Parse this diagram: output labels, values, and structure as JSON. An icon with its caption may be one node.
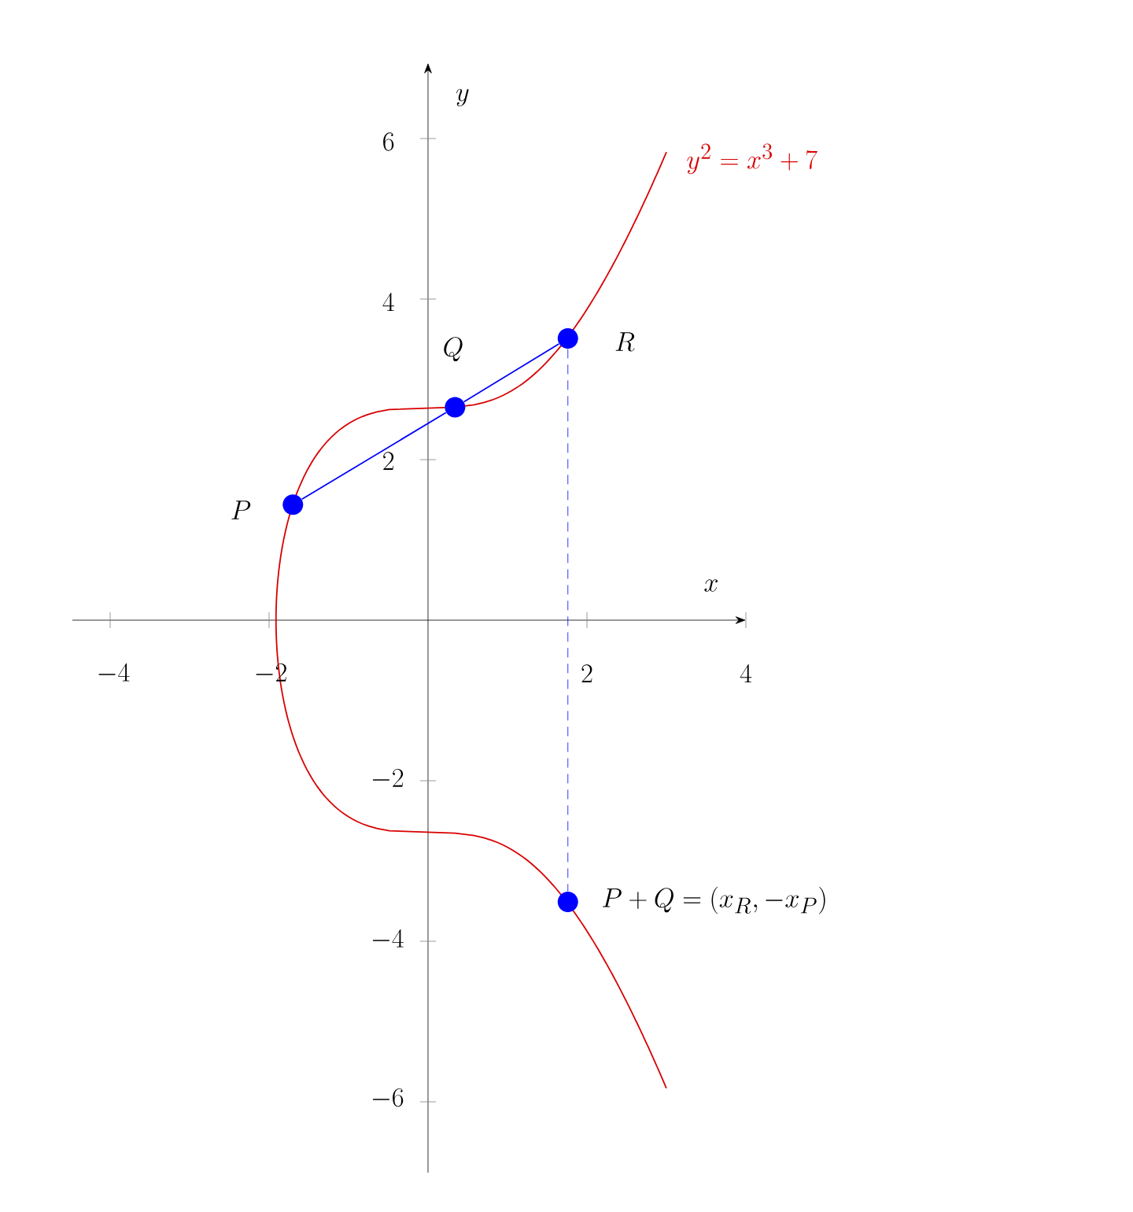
{
  "diagram": {
    "nodes": [
      {
        "text": [],
        "shape": "circle",
        "beside": [
          "P"
        ]
      },
      {
        "text": [],
        "shape": "circle",
        "beside": [
          "Q"
        ]
      },
      {
        "text": [],
        "shape": "circle",
        "beside": [
          "R"
        ]
      },
      {
        "text": [],
        "shape": "circle",
        "beside": [
          "P+Q=(x_R,-x_P)"
        ]
      }
    ],
    "edges": [
      {
        "from": 0,
        "to": 1,
        "arrow": "none"
      },
      {
        "from": 1,
        "to": 2,
        "arrow": "none"
      },
      {
        "from": 2,
        "to": 3,
        "arrow": "none",
        "style": "dashed"
      }
    ],
    "labels": [
      "y^2=x^3+7",
      "y",
      "6",
      "4",
      "2",
      "x",
      "-4",
      "-2",
      "2",
      "4",
      "-2",
      "-4",
      "-6"
    ]
  }
}
